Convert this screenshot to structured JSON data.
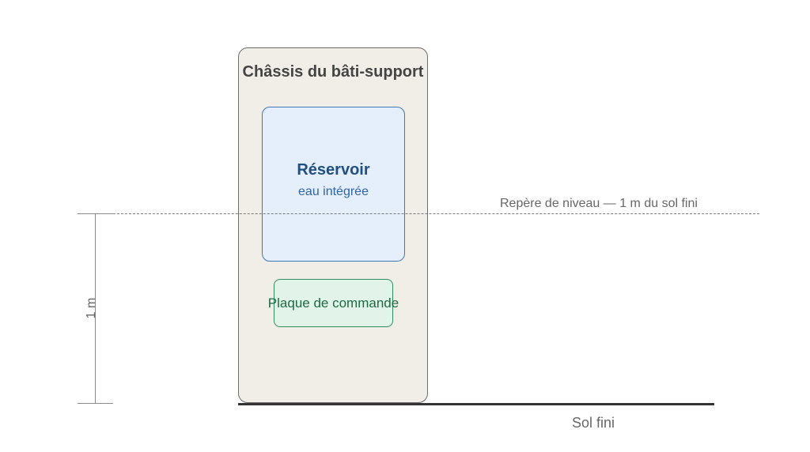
{
  "frame": {
    "title": "Châssis du bâti-support"
  },
  "reservoir": {
    "title": "Réservoir",
    "subtitle": "eau intégrée"
  },
  "control_plate": {
    "label": "Plaque de commande"
  },
  "level_mark": {
    "label": "Repère de niveau — 1 m du sol fini"
  },
  "ground": {
    "label": "Sol fini"
  },
  "dimension": {
    "label": "1 m"
  },
  "colors": {
    "frame_fill": "#f1eee8",
    "frame_stroke": "#6b6b6b",
    "reservoir_fill": "#e4effb",
    "reservoir_stroke": "#3f77b8",
    "plate_fill": "#e2f4ea",
    "plate_stroke": "#2f8f5f",
    "ground": "#333333",
    "dimension": "#8a8a8a"
  }
}
